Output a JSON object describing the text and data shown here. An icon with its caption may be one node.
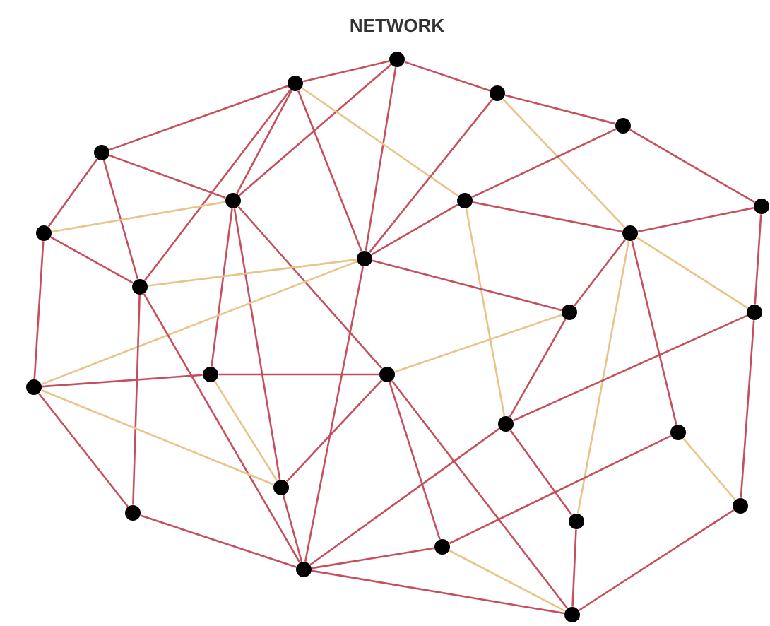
{
  "diagram": {
    "title": "NETWORK",
    "nodes": [
      {
        "text": [],
        "shape": "circle"
      },
      {
        "text": [],
        "shape": "circle"
      },
      {
        "text": [],
        "shape": "circle"
      },
      {
        "text": [],
        "shape": "circle"
      },
      {
        "text": [],
        "shape": "circle"
      },
      {
        "text": [],
        "shape": "circle"
      },
      {
        "text": [],
        "shape": "circle"
      },
      {
        "text": [],
        "shape": "circle"
      },
      {
        "text": [],
        "shape": "circle"
      },
      {
        "text": [],
        "shape": "circle"
      },
      {
        "text": [],
        "shape": "circle"
      },
      {
        "text": [],
        "shape": "circle"
      },
      {
        "text": [],
        "shape": "circle"
      },
      {
        "text": [],
        "shape": "circle"
      },
      {
        "text": [],
        "shape": "circle"
      },
      {
        "text": [],
        "shape": "circle"
      },
      {
        "text": [],
        "shape": "circle"
      },
      {
        "text": [],
        "shape": "circle"
      },
      {
        "text": [],
        "shape": "circle"
      },
      {
        "text": [],
        "shape": "circle"
      },
      {
        "text": [],
        "shape": "circle"
      },
      {
        "text": [],
        "shape": "circle"
      },
      {
        "text": [],
        "shape": "circle"
      },
      {
        "text": [],
        "shape": "circle"
      },
      {
        "text": [],
        "shape": "circle"
      },
      {
        "text": [],
        "shape": "circle"
      }
    ],
    "edges": [
      {
        "from": 0,
        "to": 1,
        "arrow": "none"
      },
      {
        "from": 0,
        "to": 2,
        "arrow": "none"
      },
      {
        "from": 0,
        "to": 5,
        "arrow": "none"
      },
      {
        "from": 0,
        "to": 10,
        "arrow": "none"
      },
      {
        "from": 1,
        "to": 4,
        "arrow": "none"
      },
      {
        "from": 1,
        "to": 5,
        "arrow": "none"
      },
      {
        "from": 1,
        "to": 11,
        "arrow": "none"
      },
      {
        "from": 1,
        "to": 10,
        "arrow": "none"
      },
      {
        "from": 1,
        "to": 6,
        "arrow": "none",
        "color": "#e8c48a"
      },
      {
        "from": 2,
        "to": 3,
        "arrow": "none"
      },
      {
        "from": 2,
        "to": 10,
        "arrow": "none"
      },
      {
        "from": 2,
        "to": 9,
        "arrow": "none",
        "color": "#e8c48a"
      },
      {
        "from": 3,
        "to": 6,
        "arrow": "none"
      },
      {
        "from": 3,
        "to": 7,
        "arrow": "none"
      },
      {
        "from": 4,
        "to": 5,
        "arrow": "none"
      },
      {
        "from": 4,
        "to": 8,
        "arrow": "none"
      },
      {
        "from": 4,
        "to": 11,
        "arrow": "none"
      },
      {
        "from": 5,
        "to": 8,
        "arrow": "none",
        "color": "#e8c48a"
      },
      {
        "from": 5,
        "to": 15,
        "arrow": "none"
      },
      {
        "from": 5,
        "to": 19,
        "arrow": "none"
      },
      {
        "from": 5,
        "to": 16,
        "arrow": "none"
      },
      {
        "from": 6,
        "to": 10,
        "arrow": "none"
      },
      {
        "from": 6,
        "to": 9,
        "arrow": "none"
      },
      {
        "from": 6,
        "to": 17,
        "arrow": "none",
        "color": "#e8c48a"
      },
      {
        "from": 7,
        "to": 9,
        "arrow": "none"
      },
      {
        "from": 7,
        "to": 13,
        "arrow": "none"
      },
      {
        "from": 8,
        "to": 11,
        "arrow": "none"
      },
      {
        "from": 8,
        "to": 14,
        "arrow": "none"
      },
      {
        "from": 10,
        "to": 12,
        "arrow": "none"
      },
      {
        "from": 9,
        "to": 12,
        "arrow": "none"
      },
      {
        "from": 9,
        "to": 13,
        "arrow": "none",
        "color": "#e8c48a"
      },
      {
        "from": 9,
        "to": 22,
        "arrow": "none",
        "color": "#e8c48a"
      },
      {
        "from": 9,
        "to": 18,
        "arrow": "none"
      },
      {
        "from": 10,
        "to": 11,
        "arrow": "none",
        "color": "#e8c48a"
      },
      {
        "from": 10,
        "to": 14,
        "arrow": "none",
        "color": "#e8c48a"
      },
      {
        "from": 10,
        "to": 24,
        "arrow": "none"
      },
      {
        "from": 11,
        "to": 20,
        "arrow": "none"
      },
      {
        "from": 11,
        "to": 24,
        "arrow": "none"
      },
      {
        "from": 12,
        "to": 17,
        "arrow": "none"
      },
      {
        "from": 12,
        "to": 16,
        "arrow": "none",
        "color": "#e8c48a"
      },
      {
        "from": 13,
        "to": 17,
        "arrow": "none"
      },
      {
        "from": 13,
        "to": 21,
        "arrow": "none"
      },
      {
        "from": 14,
        "to": 15,
        "arrow": "none"
      },
      {
        "from": 15,
        "to": 16,
        "arrow": "none"
      },
      {
        "from": 14,
        "to": 19,
        "arrow": "none",
        "color": "#e8c48a"
      },
      {
        "from": 14,
        "to": 20,
        "arrow": "none"
      },
      {
        "from": 15,
        "to": 19,
        "arrow": "none",
        "color": "#e8c48a"
      },
      {
        "from": 16,
        "to": 19,
        "arrow": "none"
      },
      {
        "from": 16,
        "to": 23,
        "arrow": "none"
      },
      {
        "from": 16,
        "to": 25,
        "arrow": "none"
      },
      {
        "from": 17,
        "to": 22,
        "arrow": "none"
      },
      {
        "from": 17,
        "to": 24,
        "arrow": "none"
      },
      {
        "from": 18,
        "to": 21,
        "arrow": "none",
        "color": "#e8c48a"
      },
      {
        "from": 18,
        "to": 23,
        "arrow": "none"
      },
      {
        "from": 19,
        "to": 24,
        "arrow": "none"
      },
      {
        "from": 20,
        "to": 24,
        "arrow": "none"
      },
      {
        "from": 21,
        "to": 25,
        "arrow": "none"
      },
      {
        "from": 22,
        "to": 25,
        "arrow": "none"
      },
      {
        "from": 23,
        "to": 24,
        "arrow": "none"
      },
      {
        "from": 23,
        "to": 25,
        "arrow": "none",
        "color": "#e8c48a"
      },
      {
        "from": 24,
        "to": 25,
        "arrow": "none"
      }
    ]
  }
}
